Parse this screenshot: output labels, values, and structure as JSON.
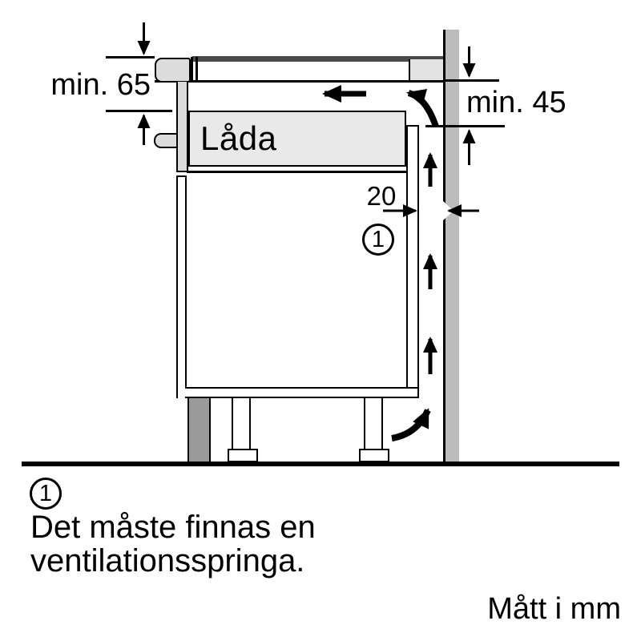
{
  "diagram": {
    "drawer_label": "Låda",
    "dimensions": {
      "hob_to_drawer": "min. 65",
      "worktop_to_back_panel": "min. 45",
      "wall_gap": "20"
    },
    "callout_number": "1",
    "colors": {
      "wall": "#bcbcbc",
      "glass": "#4a4a4a",
      "trim": "#dcdcdc",
      "drawer": "#e9e9e9",
      "worktop": "#e3e3e3",
      "plinth": "#9a9a9a",
      "line": "#000000"
    }
  },
  "footnote": {
    "callout_number": "1",
    "line1": "Det måste finnas en",
    "line2": "ventilationsspringa."
  },
  "units_label": "Mått i mm"
}
